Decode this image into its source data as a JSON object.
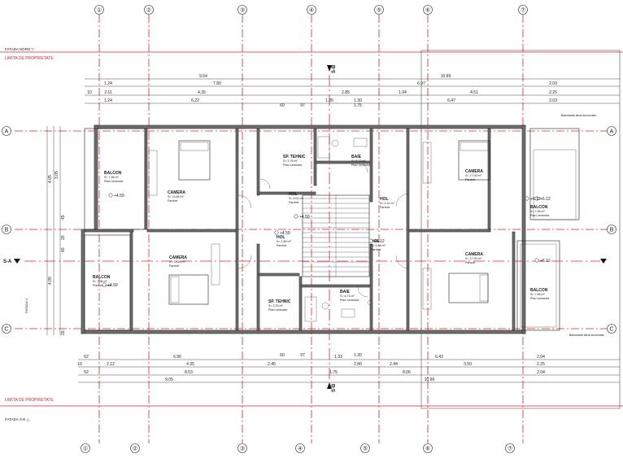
{
  "axes": {
    "vertical": [
      "①",
      "②",
      "③",
      "④",
      "⑤",
      "⑥",
      "⑦"
    ],
    "horizontal": [
      "A",
      "B",
      "C"
    ]
  },
  "markers": {
    "fatada_top": "FATADA NORD ▽",
    "fatada_bottom": "FATADA S-E △",
    "limit_top": "LIMITA DE PROPRIETATE",
    "limit_bottom": "LIMITA DE PROPRIETATE",
    "section_sb": "S-B",
    "section_sa": "S-A",
    "fatada_v": "FATADA V"
  },
  "dims_top": {
    "row1": [
      "9.54",
      "10.99"
    ],
    "row2": [
      "1.24",
      "7.80",
      "6.97",
      "2.03"
    ],
    "row3": [
      "10",
      "2.11",
      "4.35",
      "2.85",
      "1.94",
      "4.51",
      "2.25"
    ],
    "row4": [
      "1.24",
      "6.22",
      "1.35",
      "1.30",
      "6.47",
      "2.03"
    ],
    "row5": [
      "60",
      "97",
      "1.75"
    ]
  },
  "dims_bottom": {
    "row0": [
      "60",
      "97",
      "1.30"
    ],
    "row1": [
      "52",
      "6.96",
      "1.33",
      "2.80",
      "6.43",
      "2.04"
    ],
    "row2": [
      "10",
      "2.12",
      "4.35",
      "2.45",
      "2.44",
      "3.50",
      "2.25"
    ],
    "row3": [
      "52",
      "8.53",
      "1.75",
      "8.06",
      "2.04"
    ],
    "row4": [
      "9.05",
      "10.96"
    ]
  },
  "dims_left": [
    "4.05",
    "3.05",
    "45",
    "20",
    "40",
    "4.05",
    "20"
  ],
  "rooms": [
    {
      "name": "BALCON",
      "area": "S= 7.96 m²",
      "finish": "Placi ceramice"
    },
    {
      "name": "CAMERA",
      "area": "S= 19.58 m²",
      "finish": "Parchet"
    },
    {
      "name": "SP. TEHNIC",
      "area": "S= 3.76 m²",
      "finish": "Placi ceramice"
    },
    {
      "name": "BAIE",
      "area": "S= 6.73 m²",
      "finish": "Placi ceramice"
    },
    {
      "name": "CAMERA",
      "area": "S= 17.05 m²",
      "finish": "Parchet"
    },
    {
      "name": "HOL",
      "area": "S= 6.02 m²",
      "finish": "Parchet"
    },
    {
      "name": "HOL",
      "area": "S= 2.32 m²",
      "finish": "Parchet"
    },
    {
      "name": "BALCON",
      "area": "S= 7.96 m²",
      "finish": "Placi ceramice"
    },
    {
      "name": "CAMERA",
      "area": "S= 19.58 m²",
      "finish": "Parchet"
    },
    {
      "name": "HOL",
      "area": "S= 2.89 m²",
      "finish": "Parchet"
    },
    {
      "name": "HOL",
      "area": "S= 6.34 m²",
      "finish": "Parchet"
    },
    {
      "name": "CAMERA",
      "area": "S= 17.05 m²",
      "finish": "Parchet"
    },
    {
      "name": "BALCON",
      "area": "S= 7.96 m²",
      "finish": "Placi ceramice"
    },
    {
      "name": "SP. TEHNIC",
      "area": "S= 3.76 m²",
      "finish": "Placi ceramice"
    },
    {
      "name": "BAIE",
      "area": "S= 6.73 m²",
      "finish": "Placi ceramice"
    },
    {
      "name": "BALCON",
      "area": "S= 7.96 m²",
      "finish": "Placi ceramice"
    }
  ],
  "levels": [
    "+4.59",
    "+4.59",
    "+6.12",
    "+4.59",
    "+6.12",
    "+6.12",
    "+6.12",
    "+4.59"
  ],
  "notes": {
    "balustrada_top": "Balustrada sticla securizata",
    "balustrada_bottom": "Balustrada sticla securizata"
  }
}
